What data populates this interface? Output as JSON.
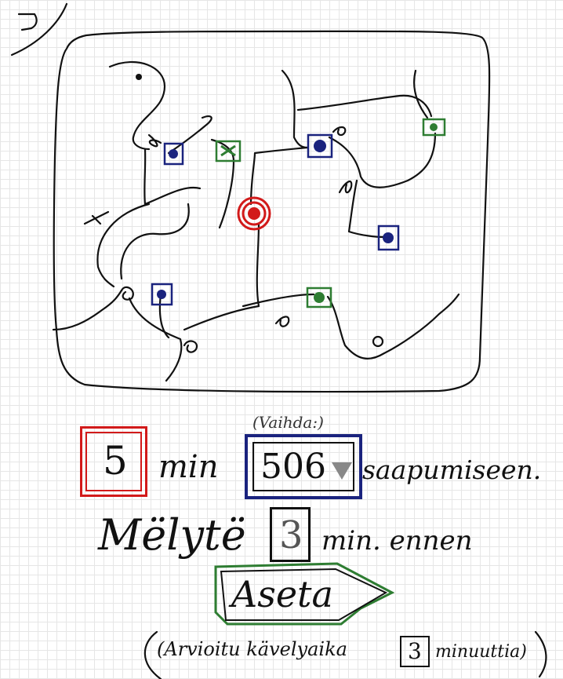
{
  "colors": {
    "ink": "#111111",
    "red": "#d21a1a",
    "blue": "#1a237e",
    "green": "#2e7d32"
  },
  "back": {
    "label": "⊃"
  },
  "map": {
    "markers": [
      {
        "id": "red-circle",
        "color": "red"
      },
      {
        "id": "blue-1",
        "color": "blue"
      },
      {
        "id": "blue-2",
        "color": "blue"
      },
      {
        "id": "blue-3",
        "color": "blue"
      },
      {
        "id": "blue-4",
        "color": "blue"
      },
      {
        "id": "green-1",
        "color": "green"
      },
      {
        "id": "green-2",
        "color": "green"
      },
      {
        "id": "green-3",
        "color": "green"
      }
    ]
  },
  "line1": {
    "minutes": "5",
    "min_label": "min",
    "change_hint": "(Vaihda:)",
    "route": "506",
    "dropdown_icon": "triangle-down-icon",
    "arrival": "saapumiseen."
  },
  "line2": {
    "prefix": "Mëlytë",
    "count": "3",
    "suffix": "min. ennen"
  },
  "button": {
    "label": "Asetа"
  },
  "estimate": {
    "prefix": "(Arvioitu kävelyaika",
    "minutes": "3",
    "suffix": "minuuttia)"
  }
}
